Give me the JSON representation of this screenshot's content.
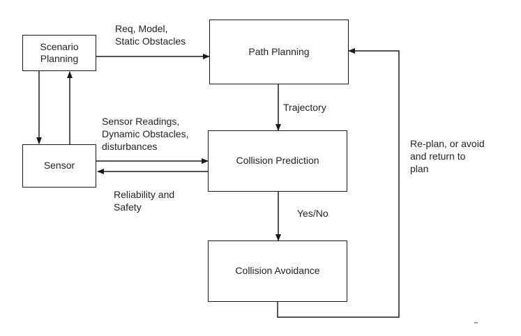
{
  "nodes": {
    "scenario_planning": "Scenario\nPlanning",
    "sensor": "Sensor",
    "path_planning": "Path Planning",
    "collision_prediction": "Collision Prediction",
    "collision_avoidance": "Collision Avoidance"
  },
  "edges": {
    "req_model": "Req, Model,\nStatic Obstacles",
    "trajectory": "Trajectory",
    "sensor_readings": "Sensor Readings,\nDynamic Obstacles,\ndisturbances",
    "reliability": "Reliability and\nSafety",
    "yes_no": "Yes/No",
    "replan": "Re-plan, or avoid\nand return to\nplan"
  },
  "colors": {
    "stroke": "#1a1a1a",
    "text": "#222222"
  }
}
